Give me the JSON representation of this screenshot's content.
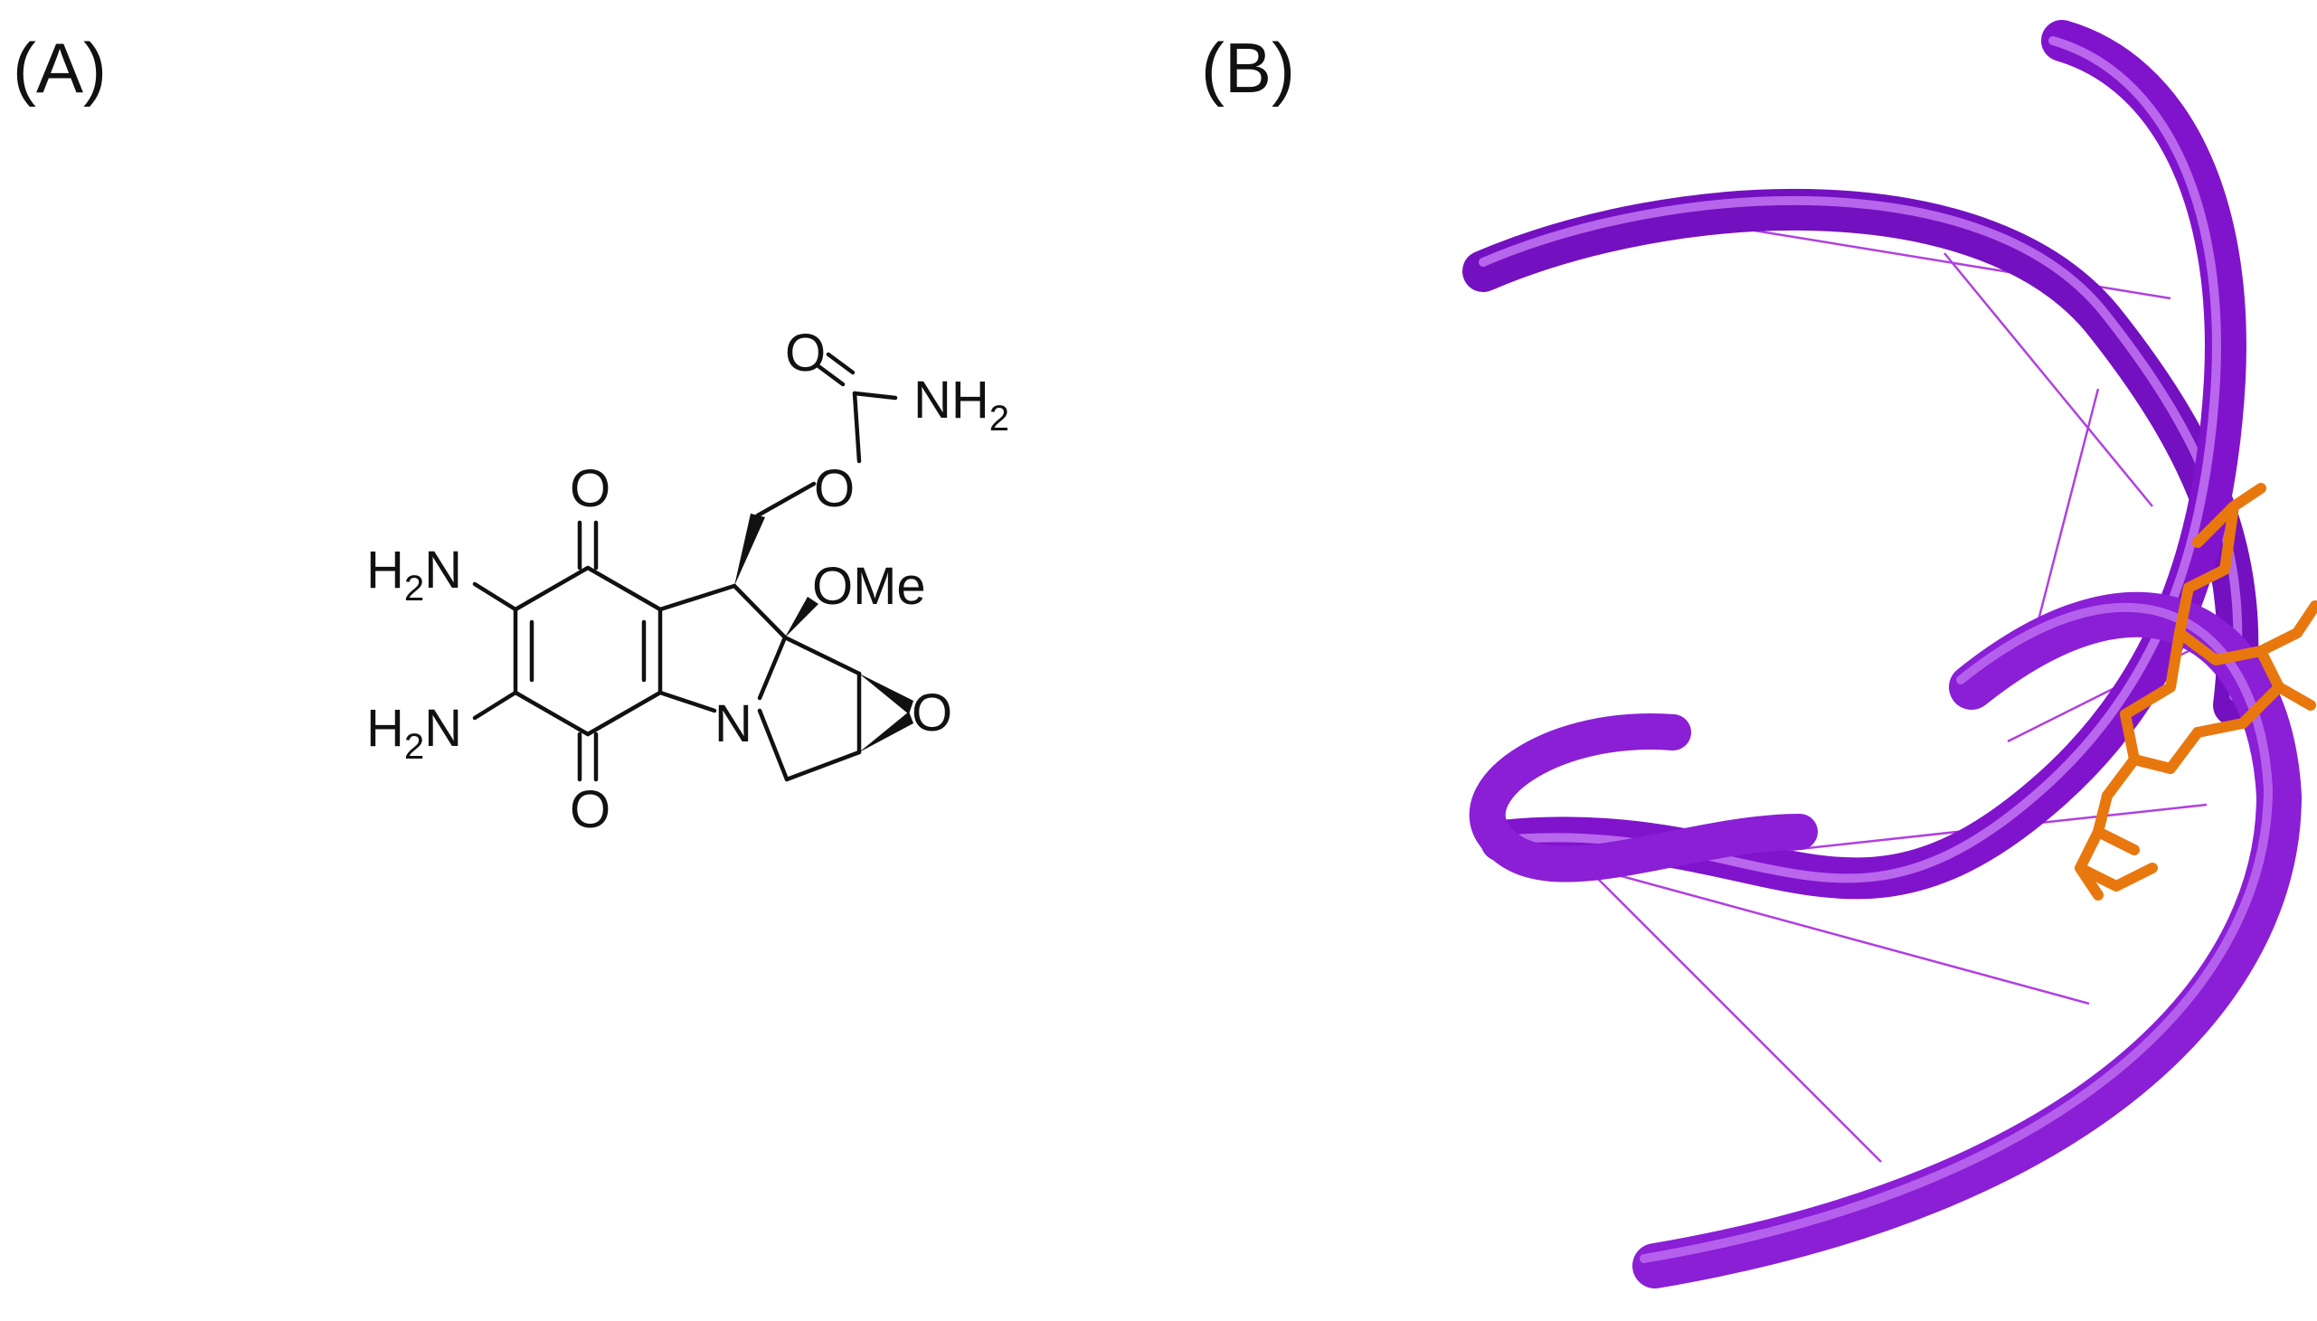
{
  "panels": {
    "a": {
      "label": "(A)"
    },
    "b": {
      "label": "(B)"
    }
  },
  "molecule": {
    "atoms": {
      "carbonyl_o": "O",
      "carbamate_n": "NH",
      "carbamate_n_sub": "2",
      "ester_o": "O",
      "quinone_o_top": "O",
      "quinone_o_bottom": "O",
      "amine_top": "H",
      "amine_top_sub": "2",
      "amine_top_n": "N",
      "amine_bottom": "H",
      "amine_bottom_sub": "2",
      "amine_bottom_n": "N",
      "methoxy": "OMe",
      "ring_n": "N",
      "epoxide_o": "O"
    }
  },
  "helix": {
    "backbone_color": "#8a1fd6",
    "backbone_highlight": "#c77cf5",
    "rung_color": "#b040e0",
    "ligand_color": "#e8780e"
  }
}
